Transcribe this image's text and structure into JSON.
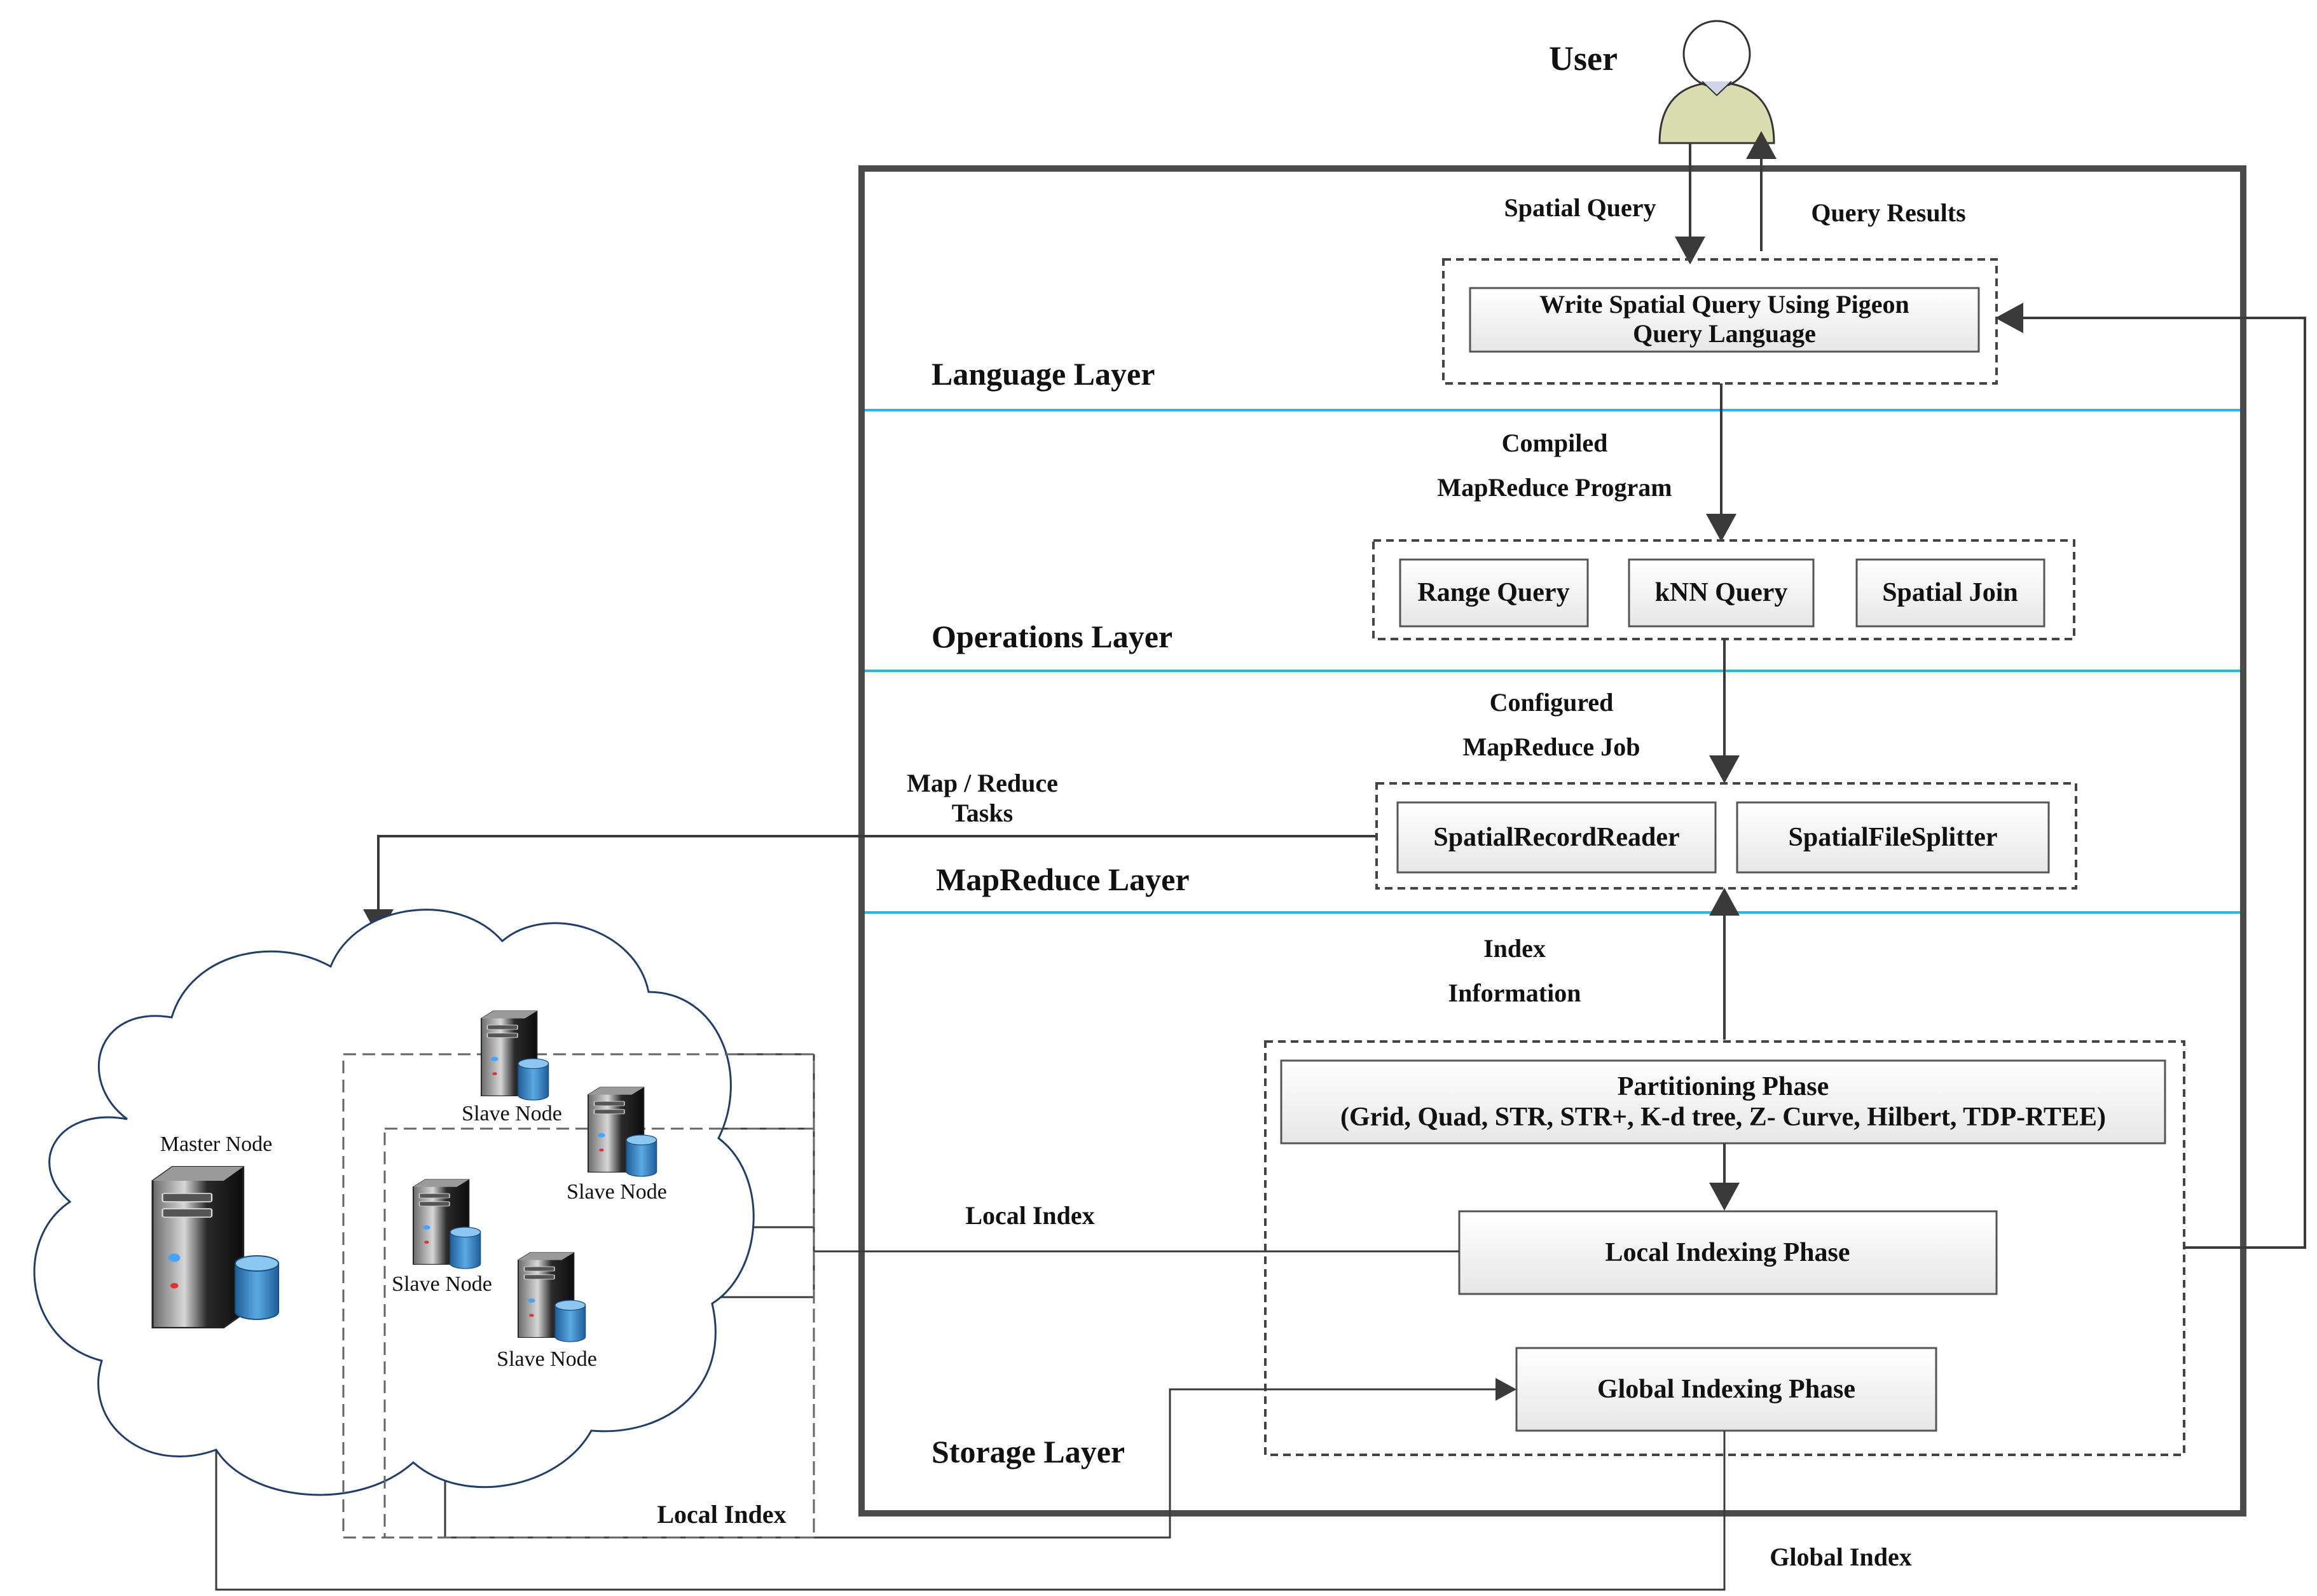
{
  "user": {
    "label": "User"
  },
  "arrows": {
    "spatial_query": "Spatial Query",
    "query_results": "Query Results",
    "compiled_1": "Compiled",
    "compiled_2": "MapReduce Program",
    "configured_1": "Configured",
    "configured_2": "MapReduce Job",
    "map_reduce_1": "Map / Reduce",
    "map_reduce_2": "Tasks",
    "index_info_1": "Index",
    "index_info_2": "Information",
    "local_index_top": "Local Index",
    "local_index_bottom": "Local Index",
    "global_index": "Global Index"
  },
  "layers": {
    "language": "Language Layer",
    "operations": "Operations Layer",
    "mapreduce": "MapReduce Layer",
    "storage": "Storage Layer"
  },
  "boxes": {
    "pigeon_1": "Write Spatial Query Using Pigeon",
    "pigeon_2": "Query Language",
    "range_query": "Range Query",
    "knn_query": "kNN Query",
    "spatial_join": "Spatial Join",
    "record_reader": "SpatialRecordReader",
    "file_splitter": "SpatialFileSplitter",
    "partitioning_1": "Partitioning Phase",
    "partitioning_2": "(Grid, Quad, STR, STR+, K-d tree, Z- Curve, Hilbert, TDP-RTEE)",
    "local_indexing": "Local Indexing Phase",
    "global_indexing": "Global Indexing Phase"
  },
  "cluster": {
    "master": "Master Node",
    "slave_1": "Slave Node",
    "slave_2": "Slave Node",
    "slave_3": "Slave Node",
    "slave_4": "Slave Node"
  },
  "colors": {
    "layer_line": "#29b6e8",
    "frame": "#4a4a4a",
    "user_body": "#d9dcae",
    "db_blue": "#3f8fd0"
  }
}
